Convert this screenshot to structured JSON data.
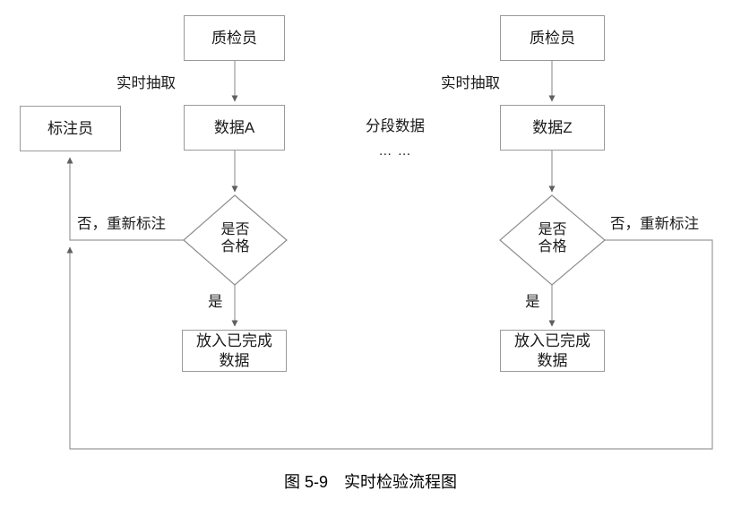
{
  "figure": {
    "caption": "图 5-9　实时检验流程图",
    "stroke_color": "#9a9a9a",
    "arrow_color": "#6f6f6f",
    "text_color": "#1a1a1a",
    "background": "#ffffff"
  },
  "branches": {
    "left": {
      "inspector": "质检员",
      "extract_label": "实时抽取",
      "data_node": "数据A",
      "decision": "是否\n合格",
      "yes_label": "是",
      "no_label": "否，重新标注",
      "finished": "放入已完成\n数据",
      "annotator": "标注员"
    },
    "right": {
      "inspector": "质检员",
      "extract_label": "实时抽取",
      "data_node": "数据Z",
      "decision": "是否\n合格",
      "yes_label": "是",
      "no_label": "否，重新标注",
      "finished": "放入已完成\n数据"
    }
  },
  "middle": {
    "segment_label": "分段数据",
    "ellipsis": "… …"
  }
}
